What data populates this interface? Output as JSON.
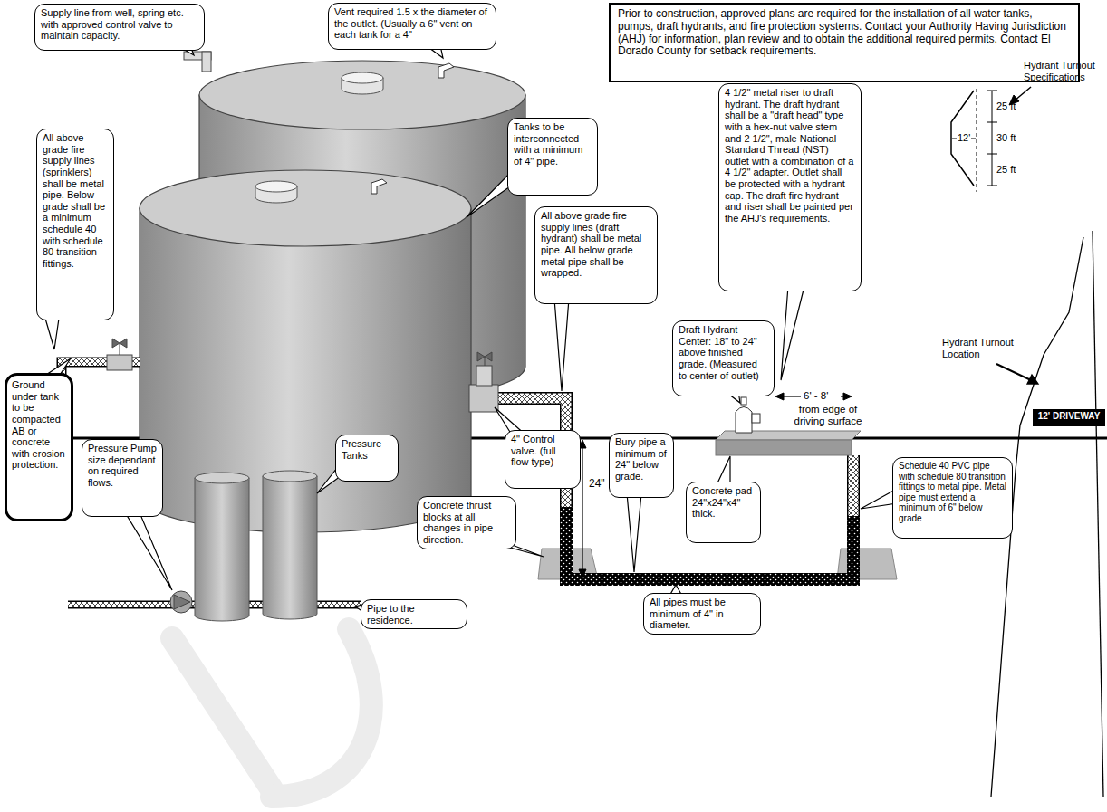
{
  "diagram": {
    "nodes": [
      {
        "text": [
          "Supply line from well, spring etc. with approved control valve to maintain capacity."
        ]
      },
      {
        "text": [
          "Vent required 1.5 x the diameter of the outlet. (Usually a 6\" vent on each tank for a 4\""
        ]
      },
      {
        "text": [
          "Prior to construction, approved plans are required for the installation of all water tanks, pumps, draft hydrants, and fire protection systems. Contact your Authority Having Jurisdiction (AHJ) for information, plan review and to obtain the additional required permits. Contact El Dorado County for setback requirements."
        ]
      },
      {
        "text": [
          "All above grade fire supply lines (sprinklers) shall be metal pipe. Below grade shall be a minimum schedule 40 with schedule 80 transition fittings."
        ]
      },
      {
        "text": [
          "Tanks to be interconnected with a minimum of 4\" pipe."
        ]
      },
      {
        "text": [
          "4 1/2\" metal riser to draft hydrant. The draft hydrant shall be a \"draft head\" type with a hex-nut valve stem and 2 1/2\", male National Standard Thread (NST) outlet with a combination of a 4 1/2\" adapter. Outlet shall be protected with a hydrant cap. The draft fire hydrant and riser shall be painted per the AHJ's requirements."
        ]
      },
      {
        "text": [
          "All above grade fire supply lines (draft hydrant) shall be metal pipe. All below grade metal pipe shall be wrapped."
        ]
      },
      {
        "text": [
          "Draft Hydrant Center: 18\" to 24\" above finished grade. (Measured to center of outlet)"
        ]
      },
      {
        "text": [
          "Ground under tank to be compacted AB or concrete with erosion protection."
        ]
      },
      {
        "text": [
          "Pressure Pump size dependant on required flows."
        ]
      },
      {
        "text": [
          "Pressure Tanks"
        ]
      },
      {
        "text": [
          "4\" Control valve. (full flow type)"
        ]
      },
      {
        "text": [
          "Bury pipe a minimum of 24\" below grade."
        ]
      },
      {
        "text": [
          "Concrete thrust blocks at all changes in pipe direction."
        ]
      },
      {
        "text": [
          "Concrete pad 24\"x24\"x4\" thick."
        ]
      },
      {
        "text": [
          "Schedule 40 PVC pipe with schedule 80 transition fittings to metal pipe. Metal pipe must extend a minimum of 6\" below grade"
        ]
      },
      {
        "text": [
          "All pipes must be minimum of 4\" in diameter."
        ]
      },
      {
        "text": [
          "Pipe to the residence."
        ]
      },
      {
        "text": [
          "12' DRIVEWAY"
        ]
      }
    ],
    "labels": [
      "25 ft",
      "12'",
      "30 ft",
      "25 ft",
      "Hydrant Turnout Specifications",
      "Hydrant Turnout Location",
      "24\"",
      "6' - 8'",
      "from edge of driving surface"
    ]
  }
}
